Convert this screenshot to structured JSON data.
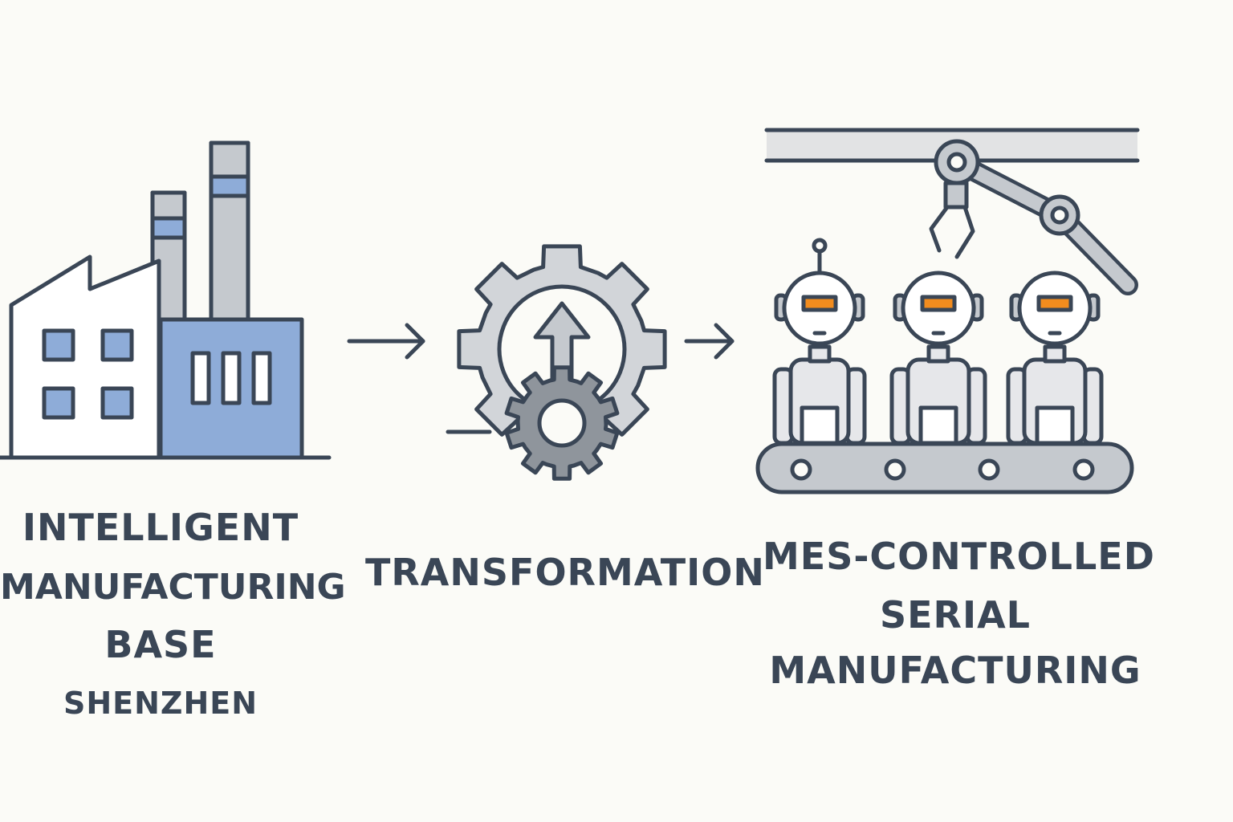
{
  "stages": [
    {
      "id": "base",
      "title_lines": [
        "INTELLIGENT",
        "MANUFACTURING",
        "BASE"
      ],
      "subtitle": "SHENZHEN",
      "icon": "factory-icon"
    },
    {
      "id": "transformation",
      "title_lines": [
        "TRANSFORMATION"
      ],
      "icon": "gear-upgrade-icon"
    },
    {
      "id": "serial",
      "title_lines": [
        "MES-CONTROLLED",
        "SERIAL",
        "MANUFACTURING"
      ],
      "icon": "robot-assembly-line-icon"
    }
  ],
  "connectors": [
    "arrow-right-icon",
    "arrow-right-icon"
  ],
  "colors": {
    "background": "#fbfbf7",
    "stroke": "#3a4656",
    "blue": "#8eacd8",
    "gray": "#c5c9ce",
    "light_gray": "#e6e7ea",
    "visor": "#f28c1e"
  }
}
